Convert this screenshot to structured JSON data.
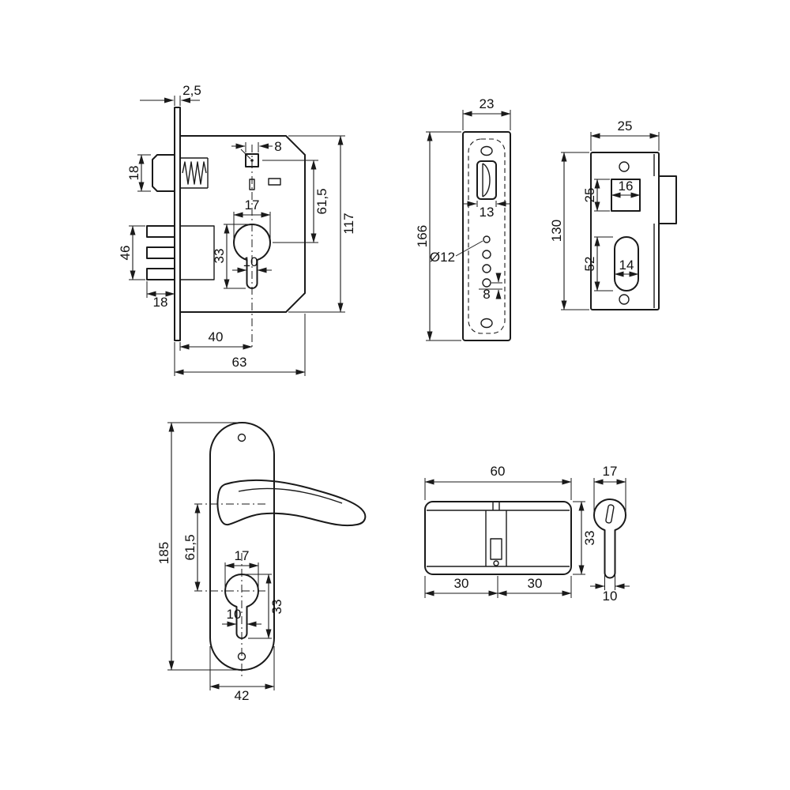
{
  "drawing": {
    "background": "#ffffff",
    "line_color": "#1a1a1a"
  },
  "lock_body": {
    "dims": {
      "faceplate_thickness": "2,5",
      "spindle_square": "8",
      "latch_height": "18",
      "deadbolt_height": "46",
      "deadbolt_throw": "18",
      "cylinder_width": "17",
      "cylinder_profile_height": "33",
      "cylinder_stem_width": "10",
      "handle_to_cylinder": "61,5",
      "body_height": "117",
      "backset": "40",
      "body_depth": "63"
    }
  },
  "faceplate": {
    "dims": {
      "width": "23",
      "height": "166",
      "latch_width": "13",
      "hole_diameter": "Ø12",
      "hole_spacing": "8"
    }
  },
  "strike_plate": {
    "dims": {
      "width": "25",
      "latch_opening_width": "16",
      "latch_opening_height": "25",
      "height": "130",
      "bolt_opening_width": "14",
      "bolt_opening_height": "52"
    }
  },
  "handle_plate": {
    "dims": {
      "height": "185",
      "handle_to_cylinder": "61,5",
      "cylinder_width": "17",
      "cylinder_profile_height": "33",
      "cylinder_stem_width": "10",
      "width": "42"
    }
  },
  "cylinder": {
    "dims": {
      "length": "60",
      "height": "33",
      "left_half": "30",
      "right_half": "30"
    }
  },
  "cylinder_end": {
    "dims": {
      "width": "17",
      "stem_width": "10"
    }
  }
}
